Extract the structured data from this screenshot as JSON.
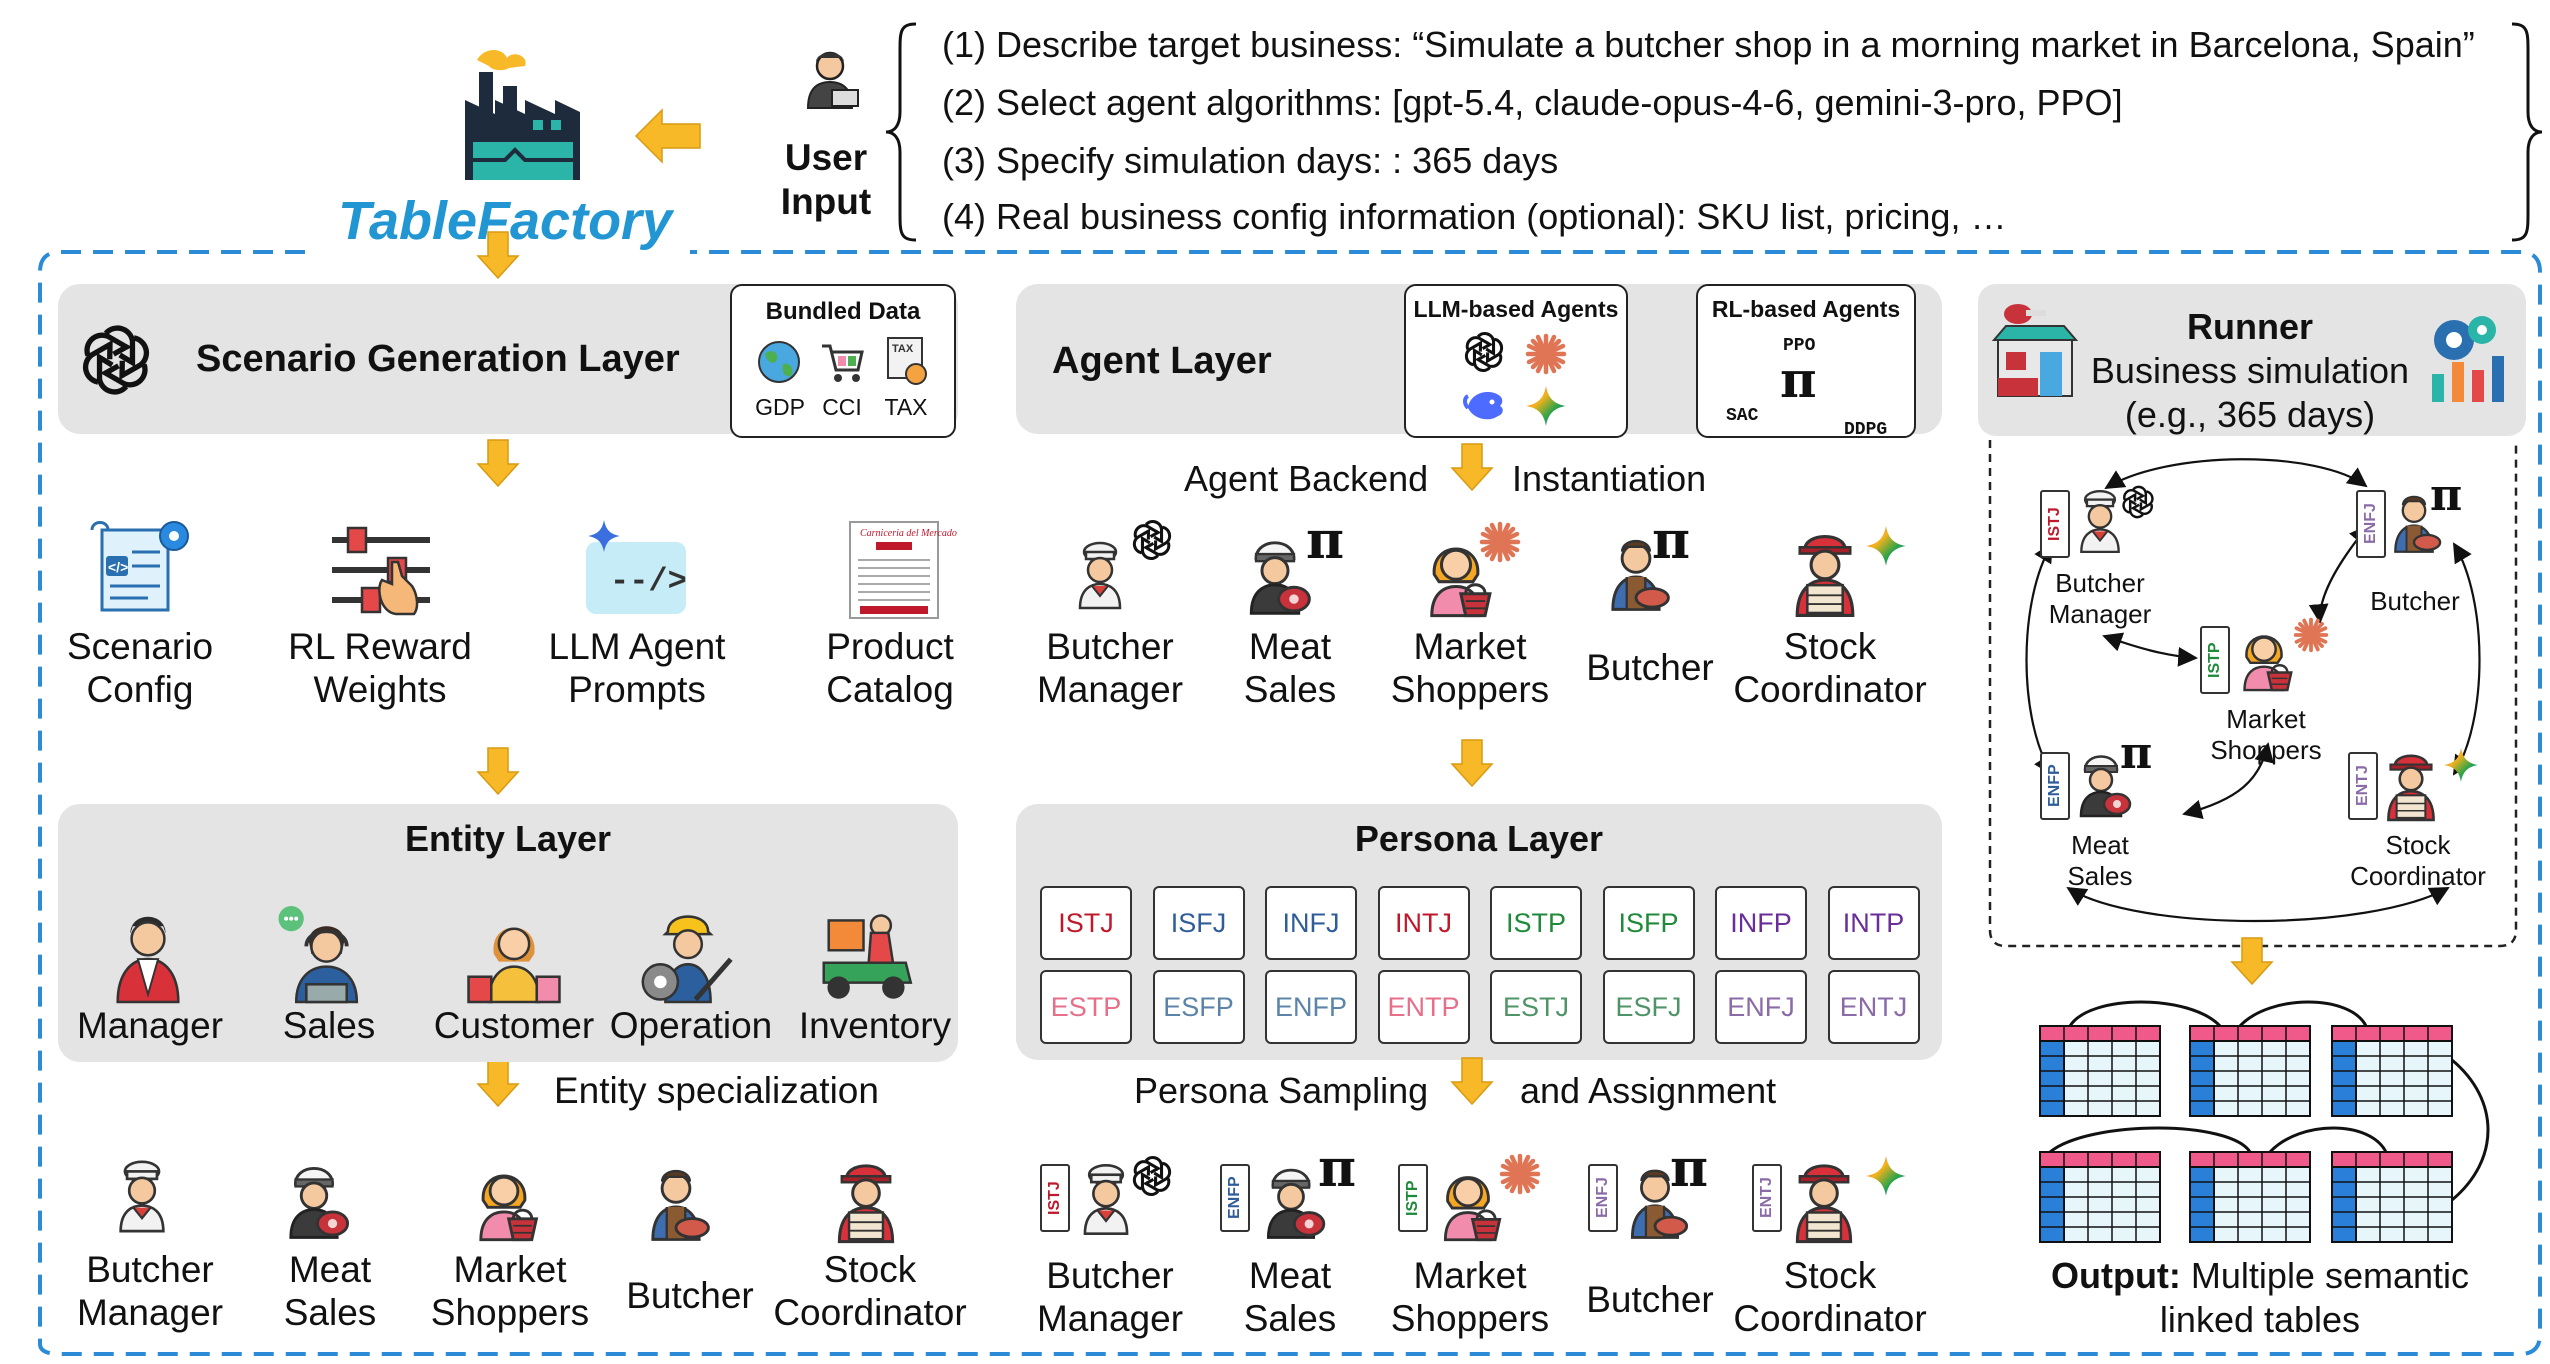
{
  "colors": {
    "brand": "#2196d3",
    "arrow": "#f7b928",
    "panel": "#e4e4e4",
    "dash": "#2b8bd6"
  },
  "header": {
    "brand": "TableFactory",
    "user_input": "User\nInput",
    "instructions": [
      "(1) Describe target business: “Simulate a butcher shop in a morning market in Barcelona, Spain”",
      "(2) Select agent algorithms: [gpt-5.4, claude-opus-4-6, gemini-3-pro, PPO]",
      "(3) Specify simulation days: : 365 days",
      "(4) Real business config information (optional):  SKU list, pricing, …"
    ]
  },
  "scenario": {
    "title": "Scenario Generation Layer",
    "bundled": {
      "title": "Bundled Data",
      "items": [
        "GDP",
        "CCI",
        "TAX"
      ]
    },
    "outputs": [
      "Scenario\nConfig",
      "RL Reward\nWeights",
      "LLM Agent\nPrompts",
      "Product\nCatalog"
    ]
  },
  "entity": {
    "title": "Entity Layer",
    "items": [
      "Manager",
      "Sales",
      "Customer",
      "Operation",
      "Inventory"
    ],
    "arrow_label": "Entity specialization",
    "specialized": [
      "Butcher\nManager",
      "Meat\nSales",
      "Market\nShoppers",
      "Butcher",
      "Stock\nCoordinator"
    ]
  },
  "agent": {
    "title": "Agent Layer",
    "llm_box": "LLM-based Agents",
    "rl_box": "RL-based Agents",
    "rl_algos": [
      "PPO",
      "SAC",
      "DDPG"
    ],
    "pi": "π",
    "backend_left": "Agent Backend",
    "backend_right": "Instantiation",
    "agents": [
      "Butcher\nManager",
      "Meat\nSales",
      "Market\nShoppers",
      "Butcher",
      "Stock\nCoordinator"
    ]
  },
  "persona": {
    "title": "Persona Layer",
    "row1": [
      {
        "t": "ISTJ",
        "c": "#c0182b"
      },
      {
        "t": "ISFJ",
        "c": "#2f5d9a"
      },
      {
        "t": "INFJ",
        "c": "#2f5d9a"
      },
      {
        "t": "INTJ",
        "c": "#c0182b"
      },
      {
        "t": "ISTP",
        "c": "#1f8a3a"
      },
      {
        "t": "ISFP",
        "c": "#1f8a3a"
      },
      {
        "t": "INFP",
        "c": "#6a2d9a"
      },
      {
        "t": "INTP",
        "c": "#6a2d9a"
      }
    ],
    "row2": [
      {
        "t": "ESTP",
        "c": "#e66f8a"
      },
      {
        "t": "ESFP",
        "c": "#5b84a8"
      },
      {
        "t": "ENFP",
        "c": "#5b84a8"
      },
      {
        "t": "ENTP",
        "c": "#e66f8a"
      },
      {
        "t": "ESTJ",
        "c": "#4f9467"
      },
      {
        "t": "ESFJ",
        "c": "#4f9467"
      },
      {
        "t": "ENFJ",
        "c": "#8a6ba8"
      },
      {
        "t": "ENTJ",
        "c": "#8a6ba8"
      }
    ],
    "sampling_left": "Persona Sampling",
    "sampling_right": "and Assignment",
    "assigned": [
      "Butcher\nManager",
      "Meat\nSales",
      "Market\nShoppers",
      "Butcher",
      "Stock\nCoordinator"
    ],
    "assigned_tags": [
      {
        "t": "ISTJ",
        "c": "#c0182b"
      },
      {
        "t": "ENFP",
        "c": "#2f5d9a"
      },
      {
        "t": "ISTP",
        "c": "#1f8a3a"
      },
      {
        "t": "ENFJ",
        "c": "#8a6ba8"
      },
      {
        "t": "ENTJ",
        "c": "#8a6ba8"
      }
    ]
  },
  "runner": {
    "title": "Runner",
    "subtitle": "Business simulation",
    "subtitle2": "(e.g., 365 days)",
    "nodes": [
      "Butcher\nManager",
      "Butcher",
      "Market\nShoppers",
      "Meat\nSales",
      "Stock\nCoordinator"
    ],
    "node_tags": [
      {
        "t": "ISTJ",
        "c": "#c0182b"
      },
      {
        "t": "ENFJ",
        "c": "#8a6ba8"
      },
      {
        "t": "ISTP",
        "c": "#1f8a3a"
      },
      {
        "t": "ENFP",
        "c": "#2f5d9a"
      },
      {
        "t": "ENTJ",
        "c": "#8a6ba8"
      }
    ],
    "output_bold": "Output:",
    "output_rest": " Multiple semantic",
    "output_line2": "linked tables"
  }
}
